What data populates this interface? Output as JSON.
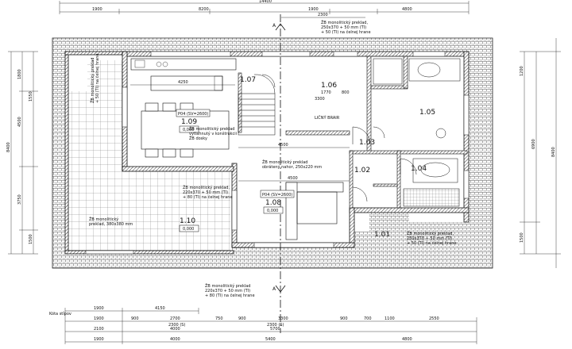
{
  "rooms": {
    "r105": {
      "num": "1.05"
    },
    "r106": {
      "num": "1.06"
    },
    "r107": {
      "num": "1.07"
    },
    "r108": {
      "num": "1.08",
      "area": "0,000"
    },
    "r109": {
      "num": "1.09",
      "area": "0,000"
    },
    "r110": {
      "num": "1.10",
      "area": "0,000"
    },
    "r101": {
      "num": "1.01"
    },
    "r102": {
      "num": "1.02"
    },
    "r103": {
      "num": "1.03"
    },
    "r104": {
      "num": "1.04"
    }
  },
  "tags": {
    "tag109": "P04 (SV=2600)",
    "tag108": "P04 (SV=2600)"
  },
  "notes": {
    "n_top_1": "ŽB monolitický preklad,",
    "n_top_2": "250x370 + 50 mm (TI)",
    "n_top_3": "+ 50 (TI) na čelnej hrane",
    "n_left_1": "ŽB monolitický preklad",
    "n_left_2": "+ 50 (TI) na čelnej hrane",
    "n_mid_1": "ŽB monolitický preklad",
    "n_mid_2": "vytiahnutý v konštrukcii",
    "n_mid_3": "ŽB dosky",
    "n_mid2_1": "ŽB monolitický preklad",
    "n_mid2_2": "obrátený nahor, 250x220 mm",
    "n_low_1": "ŽB monolitický preklad,",
    "n_low_2": "220x370 + 50 mm (TI)",
    "n_low_3": "+ 80 (TI) na čelnej hrane",
    "n_110_1": "ŽB monolitický",
    "n_110_2": "preklad, 380x380 mm",
    "n_right_1": "ŽB monolitický preklad,",
    "n_right_2": "250x370 + 50 mm (TI)",
    "n_right_3": "+ 50 (TI) na čelnej hrane",
    "n_bottom_1": "ŽB monolitický preklad",
    "n_bottom_2": "220x370 + 50 mm (TI)",
    "n_bottom_3": "+ 80 (TI) na čelnej hrane",
    "n_stairs": "LIČNÝ BRAIR",
    "n_section": "A",
    "kota": "Kóta stĺpov"
  },
  "dims": {
    "top1": [
      "1900",
      "8200",
      "1900",
      "4800"
    ],
    "top_inner": "2300",
    "top_total": "14400",
    "b_row1": [
      "1900",
      "4150"
    ],
    "b_row2": [
      "1900",
      "900",
      "2700",
      "750",
      "900",
      "3300",
      "900",
      "700",
      "1100",
      "2550"
    ],
    "b_row2b": [
      "2300 (S)",
      "2300 (S)"
    ],
    "b_row3": [
      "2100",
      "4000",
      "5700"
    ],
    "b_row4": [
      "1900",
      "4000",
      "5400",
      "4800"
    ],
    "left_v": [
      "1800",
      "4500",
      "8400",
      "3750",
      "1550",
      "1500"
    ],
    "right_v": [
      "1200",
      "6900",
      "8400",
      "1500"
    ],
    "inner_nums": [
      "4250",
      "4500",
      "4500",
      "3300",
      "1770",
      "800"
    ]
  }
}
